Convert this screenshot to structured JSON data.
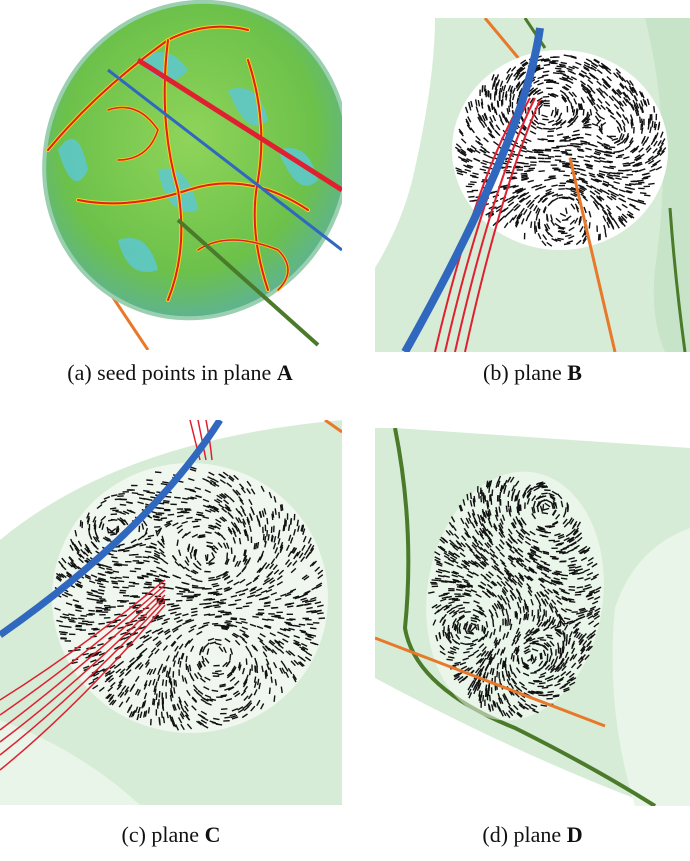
{
  "figure": {
    "panels": [
      {
        "id": "a",
        "caption_prefix": "(a) seed points in plane ",
        "caption_bold": "A"
      },
      {
        "id": "b",
        "caption_prefix": "(b) plane ",
        "caption_bold": "B"
      },
      {
        "id": "c",
        "caption_prefix": "(c) plane ",
        "caption_bold": "C"
      },
      {
        "id": "d",
        "caption_prefix": "(d) plane ",
        "caption_bold": "D"
      }
    ]
  },
  "colors": {
    "tube": "#d6ecd6",
    "tube_edge": "#a9cfa9",
    "plane_green": "#7ec850",
    "plane_cyan": "#5cc8d8",
    "ridge_red": "#e0201a",
    "ridge_yellow": "#f2d21a",
    "line_red": "#e02030",
    "line_blue": "#3068c0",
    "line_green": "#4a7a2a",
    "line_orange": "#e8782a",
    "arrow": "#111111"
  }
}
